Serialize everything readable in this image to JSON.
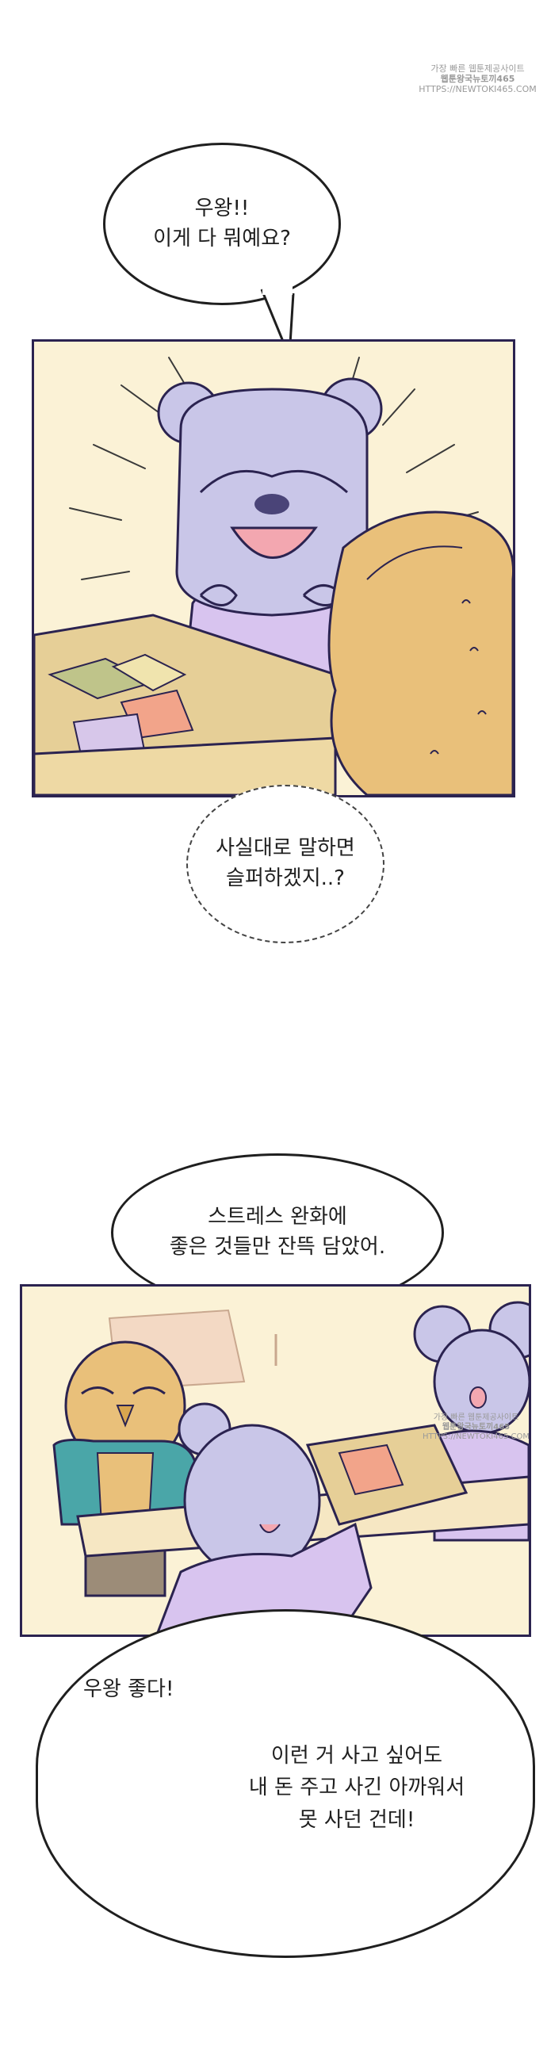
{
  "colors": {
    "panel_bg": "#fbf2d6",
    "panel_border": "#2b2350",
    "bear_lavender": "#c9c6e8",
    "shirt_purple": "#d8c4ef",
    "owl_tan": "#e9c07a",
    "box_tan": "#e6cf97",
    "jacket_teal": "#4aa6a8"
  },
  "watermark": {
    "line1": "가장 빠른 웹툰제공사이트",
    "line2": "웹툰왕국뉴토끼465",
    "line3": "HTTPS://NEWTOKI465.COM"
  },
  "bubbles": {
    "b1": "우왕!!\n이게 다 뭐예요?",
    "b2": "사실대로 말하면\n슬퍼하겠지..?",
    "b3": "스트레스 완화에\n좋은 것들만 잔뜩 담았어.",
    "b4": "우왕 좋다!",
    "b5": "이런 거 사고 싶어도\n내 돈 주고 사긴 아까워서\n못 사던 건데!"
  },
  "icons": {
    "bear": "bear-character",
    "owl": "owl-character",
    "box": "gift-box"
  }
}
